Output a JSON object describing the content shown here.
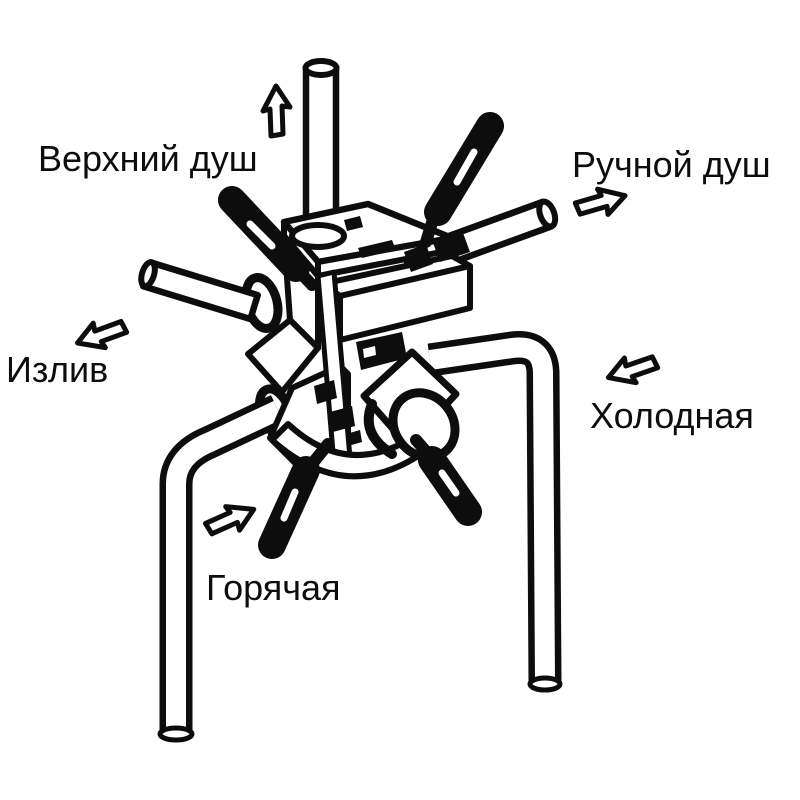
{
  "diagram": {
    "type": "plumbing-connection-diagram",
    "subject": "concealed shower mixer valve with four handles and pipe connections",
    "colors": {
      "line": "#0d0d0d",
      "background": "#ffffff"
    },
    "labels": {
      "top_shower": "Верхний душ",
      "hand_shower": "Ручной душ",
      "spout": "Излив",
      "cold": "Холодная",
      "hot": "Горячая"
    },
    "arrows": {
      "top_shower": "up",
      "hand_shower": "right",
      "spout": "left",
      "cold": "left-toward-valve",
      "hot": "right-toward-valve"
    }
  }
}
